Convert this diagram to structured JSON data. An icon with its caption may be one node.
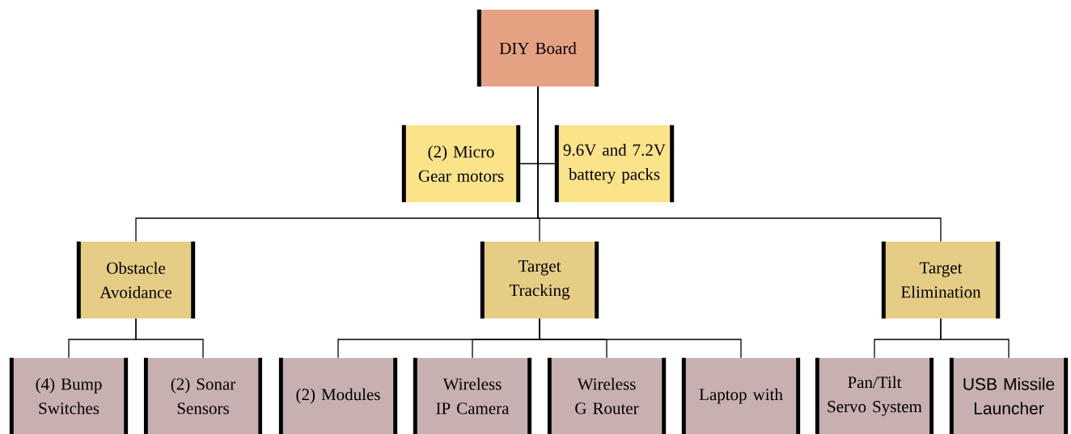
{
  "diagram": {
    "nodes": [
      {
        "text": [
          "DIY Board"
        ]
      },
      {
        "text": [
          "(2) Micro Gear motors"
        ]
      },
      {
        "text": [
          "9.6V and 7.2V battery packs"
        ]
      },
      {
        "text": [
          "Obstacle Avoidance"
        ]
      },
      {
        "text": [
          "Target Tracking"
        ]
      },
      {
        "text": [
          "Target Elimination"
        ]
      },
      {
        "text": [
          "(4) Bump Switches"
        ]
      },
      {
        "text": [
          "(2) Sonar Sensors"
        ]
      },
      {
        "text": [
          "(2) Modules"
        ]
      },
      {
        "text": [
          "Wireless IP Camera"
        ]
      },
      {
        "text": [
          "Wireless G Router"
        ]
      },
      {
        "text": [
          "Laptop with"
        ]
      },
      {
        "text": [
          "Pan/Tilt Servo System"
        ]
      },
      {
        "text": [
          "USB Missile Launcher"
        ]
      }
    ],
    "edges": [
      {
        "from": 0,
        "to": 1,
        "arrow": "none"
      },
      {
        "from": 0,
        "to": 2,
        "arrow": "none"
      },
      {
        "from": 0,
        "to": 3,
        "arrow": "none"
      },
      {
        "from": 0,
        "to": 4,
        "arrow": "none"
      },
      {
        "from": 0,
        "to": 5,
        "arrow": "none"
      },
      {
        "from": 3,
        "to": 6,
        "arrow": "none"
      },
      {
        "from": 3,
        "to": 7,
        "arrow": "none"
      },
      {
        "from": 4,
        "to": 8,
        "arrow": "none"
      },
      {
        "from": 4,
        "to": 9,
        "arrow": "none"
      },
      {
        "from": 4,
        "to": 10,
        "arrow": "none"
      },
      {
        "from": 4,
        "to": 11,
        "arrow": "none"
      },
      {
        "from": 5,
        "to": 12,
        "arrow": "none"
      },
      {
        "from": 5,
        "to": 13,
        "arrow": "none"
      }
    ]
  }
}
